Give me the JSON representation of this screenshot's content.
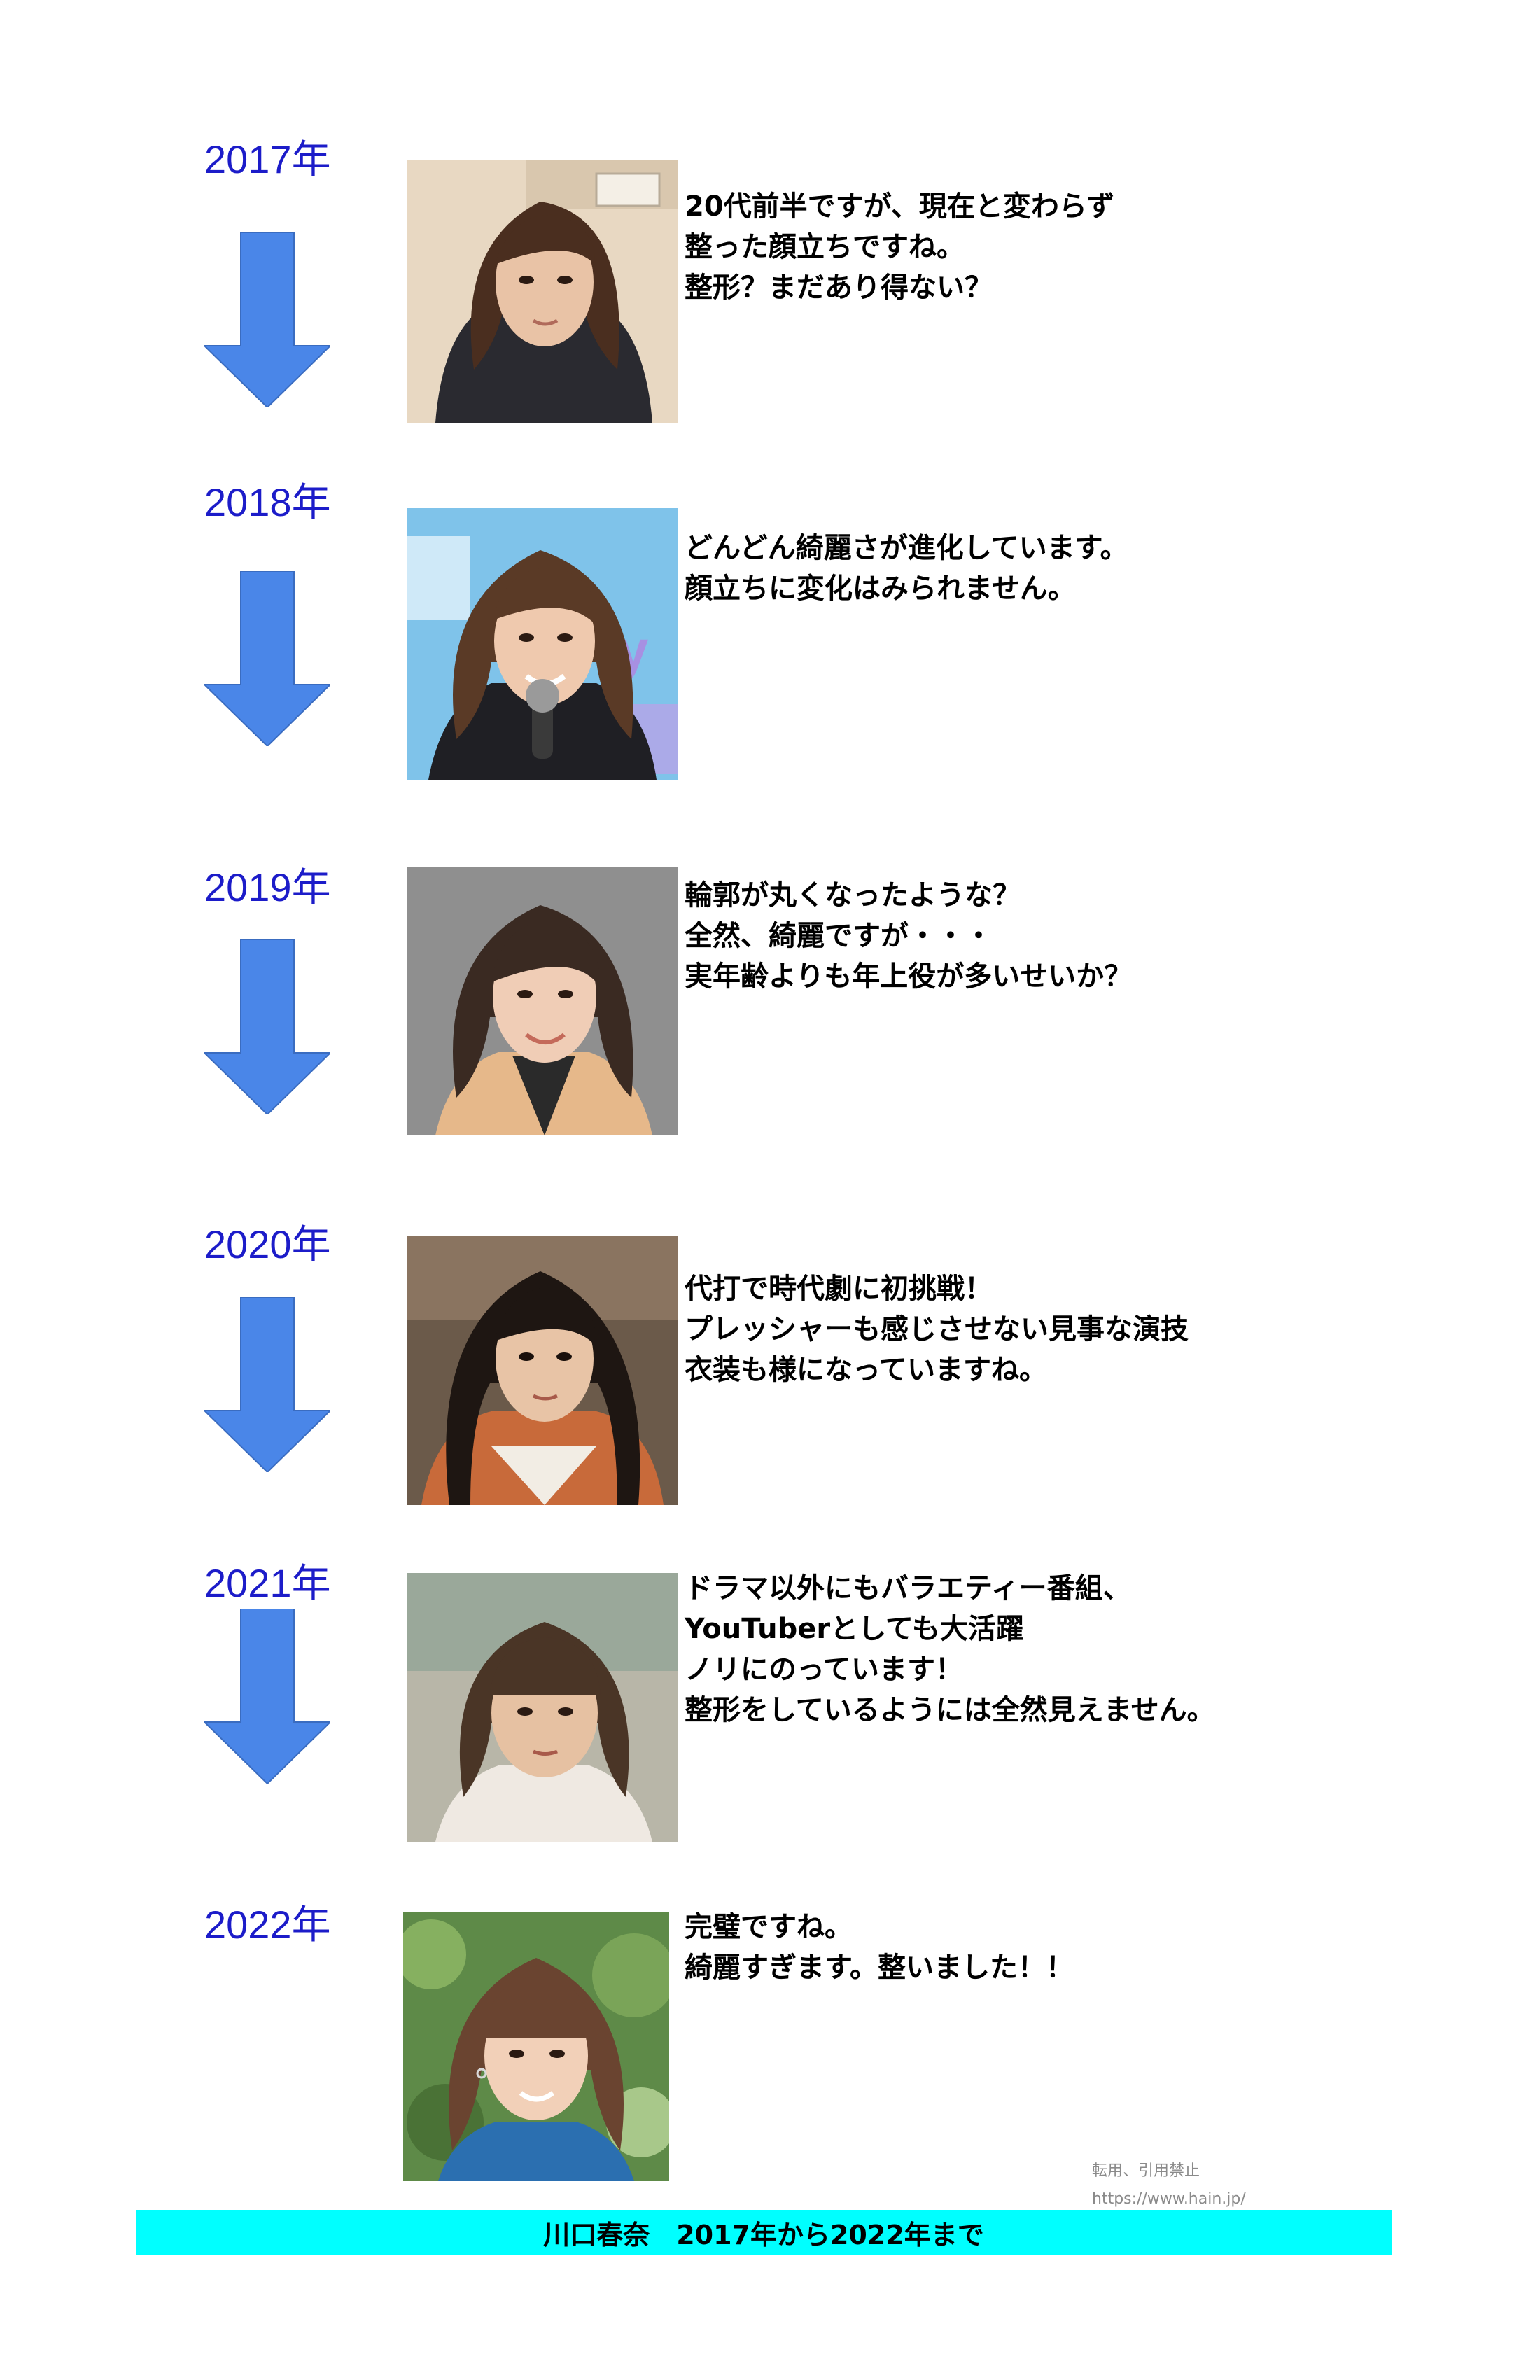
{
  "entries": [
    {
      "year": "2017年",
      "lines": [
        "20代前半ですが、現在と変わらず",
        "整った顔立ちですね。",
        "整形？まだあり得ない？"
      ],
      "photo_colors": {
        "bg": "#e8d8c2",
        "hair": "#4a2e1f",
        "skin": "#e9c3a6",
        "cloth": "#2a2a30"
      }
    },
    {
      "year": "2018年",
      "lines": [
        "どんどん綺麗さが進化しています。",
        "顔立ちに変化はみられません。"
      ],
      "photo_colors": {
        "bg": "#7fc3ea",
        "hair": "#5a3a26",
        "skin": "#efc9ae",
        "cloth": "#1f1f24"
      }
    },
    {
      "year": "2019年",
      "lines": [
        "輪郭が丸くなったような？",
        "全然、綺麗ですが・・・",
        "実年齢よりも年上役が多いせいか？"
      ],
      "photo_colors": {
        "bg": "#8f8f8f",
        "hair": "#3a2a22",
        "skin": "#f0cdb6",
        "cloth": "#e6b88a"
      }
    },
    {
      "year": "2020年",
      "lines": [
        "代打で時代劇に初挑戦！",
        "プレッシャーも感じさせない見事な演技",
        "衣装も様になっていますね。"
      ],
      "photo_colors": {
        "bg": "#6b5a4a",
        "hair": "#1e1612",
        "skin": "#e8c4a6",
        "cloth": "#c86a3a"
      }
    },
    {
      "year": "2021年",
      "lines": [
        "ドラマ以外にもバラエティー番組、",
        "YouTuberとしても大活躍",
        "ノリにのっています！",
        "整形をしているようには全然見えません。"
      ],
      "photo_colors": {
        "bg": "#b8b6a8",
        "hair": "#4a3526",
        "skin": "#e6c1a2",
        "cloth": "#efe9e2"
      }
    },
    {
      "year": "2022年",
      "lines": [
        "完璧ですね。",
        "綺麗すぎます。整いました！！"
      ],
      "photo_colors": {
        "bg": "#5e8a48",
        "hair": "#6a4430",
        "skin": "#f2d0b8",
        "cloth": "#2b6fb0"
      }
    }
  ],
  "arrow_color": "#4a86e8",
  "watermark": {
    "line1": "転用、引用禁止",
    "line2": "https://www.hain.jp/"
  },
  "footer": {
    "text": "川口春奈　2017年から2022年まで",
    "bg": "#00ffff"
  }
}
